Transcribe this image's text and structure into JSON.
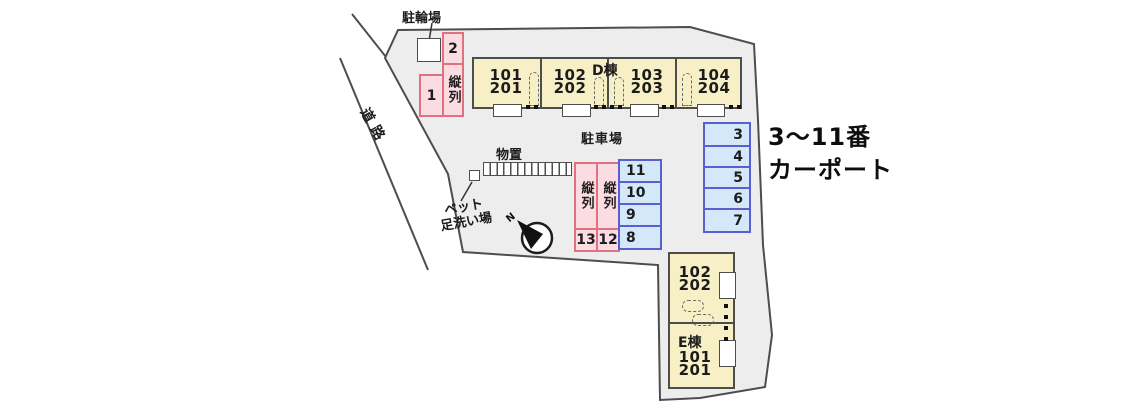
{
  "site": {
    "labels": {
      "bicycle_parking": "駐輪場",
      "road": "道路",
      "parking_lot": "駐車場",
      "storage": "物置",
      "pet_wash_line1": "ペット",
      "pet_wash_line2": "足洗い場"
    },
    "caption": {
      "line1": "3～11番",
      "line2": "カーポート"
    },
    "compass": {
      "north": "N"
    }
  },
  "buildings": {
    "d": {
      "name": "D棟",
      "units": [
        {
          "line1": "101",
          "line2": "201"
        },
        {
          "line1": "102",
          "line2": "202"
        },
        {
          "line1": "103",
          "line2": "203"
        },
        {
          "line1": "104",
          "line2": "204"
        }
      ]
    },
    "e": {
      "name": "E棟",
      "units": [
        {
          "line1": "102",
          "line2": "202"
        },
        {
          "line1": "101",
          "line2": "201"
        }
      ]
    }
  },
  "parking": {
    "tandem_label": "縦列",
    "space_1": "1",
    "space_2": "2",
    "tandem_spaces": [
      {
        "num": "13"
      },
      {
        "num": "12"
      }
    ],
    "mid_spaces": [
      "11",
      "10",
      "9",
      "8"
    ],
    "right_spaces": [
      "3",
      "4",
      "5",
      "6",
      "7"
    ]
  },
  "colors": {
    "site_fill": "#ededed",
    "outline": "#4d4d4d",
    "building_fill": "#f7f0c6",
    "pink_fill": "#fbdce3",
    "pink_border": "#e0717f",
    "blue_fill": "#d3e9fa",
    "blue_border": "#5c5ecf"
  }
}
